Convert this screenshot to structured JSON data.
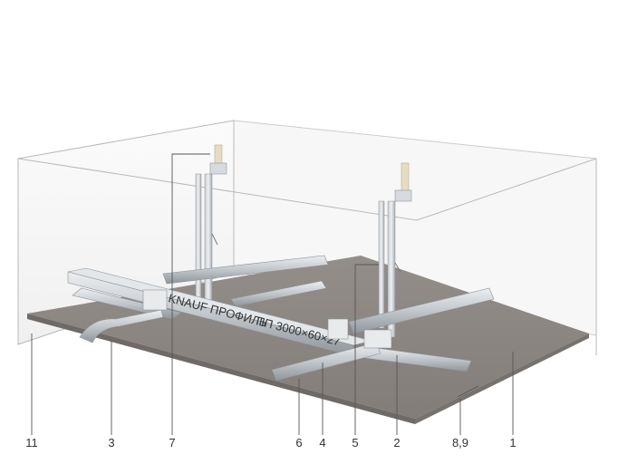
{
  "profile_print": {
    "brand": "KNAUF ПРОФИЛЬ",
    "text": "ПП 3000×60×27"
  },
  "callouts": [
    {
      "id": "c11",
      "text": "11"
    },
    {
      "id": "c3",
      "text": "3"
    },
    {
      "id": "c7",
      "text": "7"
    },
    {
      "id": "c6",
      "text": "6"
    },
    {
      "id": "c4",
      "text": "4"
    },
    {
      "id": "c5",
      "text": "5"
    },
    {
      "id": "c2",
      "text": "2"
    },
    {
      "id": "c89",
      "text": "8,9"
    },
    {
      "id": "c1",
      "text": "1"
    }
  ],
  "colors": {
    "wall_line": "#b9b9b9",
    "board": "#8d8883",
    "board_edge": "#6f6a66",
    "metal_light": "#dcdfe2",
    "metal_mid": "#b6bbc0",
    "metal_dark": "#8d9398",
    "accent_print": "#2fa6d6",
    "label": "#333333"
  }
}
